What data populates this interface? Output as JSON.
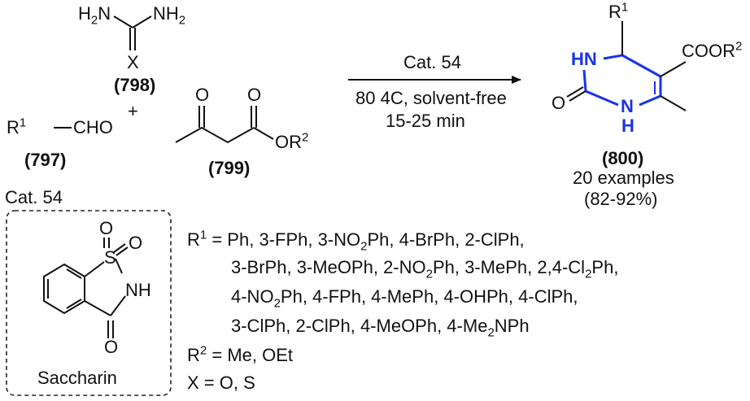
{
  "colors": {
    "ink": "#111111",
    "highlight": "#1a33e6"
  },
  "urea": {
    "nh2_left": "H2N",
    "nh2_right": "NH2",
    "x_atom": "X",
    "label": "(798)"
  },
  "plus": "+",
  "aldehyde": {
    "r_group": "R",
    "r_sup": "1",
    "cho": "CHO",
    "label": "(797)"
  },
  "ketoester": {
    "o_keto": "O",
    "o_ester": "O",
    "ester_or": "OR",
    "ester_sup": "2",
    "label": "(799)"
  },
  "conditions": {
    "catalyst": "Cat. 54",
    "temperature": "80 4C, solvent-free",
    "time": "15-25 min"
  },
  "product": {
    "r1": "R",
    "r1_sup": "1",
    "cooR": "COOR",
    "cooR_sup": "2",
    "hn": "HN",
    "n": "N",
    "h": "H",
    "o": "O",
    "label": "(800)",
    "examples": "20 examples",
    "yield": "(82-92%)"
  },
  "catalyst_box": {
    "title": "Cat. 54",
    "name": "Saccharin",
    "s_atom": "S",
    "o_atom": "O",
    "nh_atom": "NH"
  },
  "substituents": {
    "r1_line1": "= Ph, 3-FPh, 3-NO2Ph, 4-BrPh, 2-ClPh,",
    "r1_line2": "3-BrPh, 3-MeOPh, 2-NO2Ph, 3-MePh, 2,4-Cl2Ph,",
    "r1_line3": "4-NO2Ph, 4-FPh, 4-MePh, 4-OHPh, 4-ClPh,",
    "r1_line4": "3-ClPh, 2-ClPh, 4-MeOPh, 4-Me2NPh",
    "r2_line": "= Me, OEt",
    "x_line": "X = O, S",
    "r_letter": "R",
    "r1_sup": "1",
    "r2_sup": "2"
  }
}
